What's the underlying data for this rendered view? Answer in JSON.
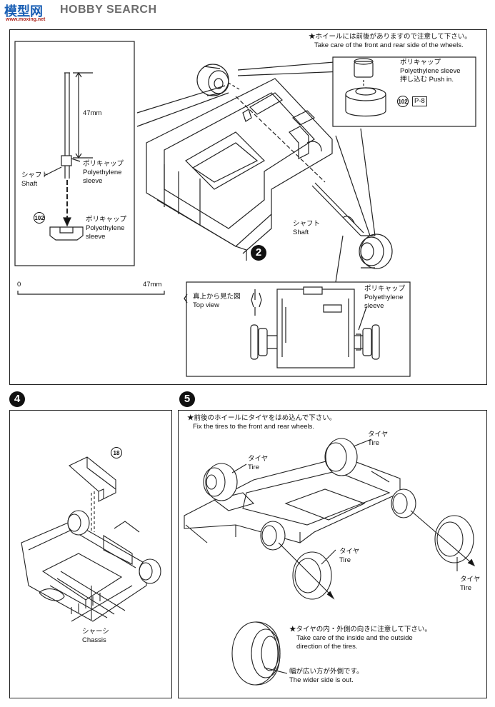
{
  "watermark": {
    "logo_cn": "模型网",
    "brand": "HOBBY SEARCH",
    "url": "www.moxing.net"
  },
  "step3": {
    "step_number": "2",
    "note_jp": "★ホイールには前後がありますので注意して下さい。",
    "note_en": "Take care of the front and rear side of the wheels.",
    "poly_jp": "ポリキャップ",
    "poly_en": "Polyethylene sleeve",
    "push_jp": "押し込む",
    "push_en": "Push in.",
    "part_102": "102",
    "runner": "P-8",
    "shaft_jp": "シャフト",
    "shaft_en": "Shaft",
    "dim_47": "47mm",
    "inset_poly_jp": "ポリキャップ",
    "inset_poly_en1": "Polyethylene",
    "inset_poly_en2": "sleeve",
    "inset_shaft_jp": "シャフト",
    "inset_shaft_en": "Shaft",
    "inset_poly2_jp": "ポリキャップ",
    "inset_poly2_en1": "Polyethylene",
    "inset_poly2_en2": "sleeve",
    "scale_zero": "0",
    "scale_47": "47mm",
    "topview_jp": "真上から見た図",
    "topview_en": "Top view",
    "top_poly_jp": "ポリキャップ",
    "top_poly_en1": "Polyethylene",
    "top_poly_en2": "sleeve"
  },
  "step4": {
    "step_number": "4",
    "part_18": "18",
    "chassis_jp": "シャーシ",
    "chassis_en": "Chassis"
  },
  "step5": {
    "step_number": "5",
    "note_jp": "★前後のホイールにタイヤをはめ込んで下さい。",
    "note_en": "Fix the tires to the front and rear wheels.",
    "tire_jp": "タイヤ",
    "tire_en": "Tire",
    "inside_jp": "★タイヤの内・外側の向きに注意して下さい。",
    "inside_en1": "Take care of the inside and the outside",
    "inside_en2": "direction of the tires.",
    "wide_jp": "幅が広い方が外側です。",
    "wide_en": "The wider side is out."
  }
}
